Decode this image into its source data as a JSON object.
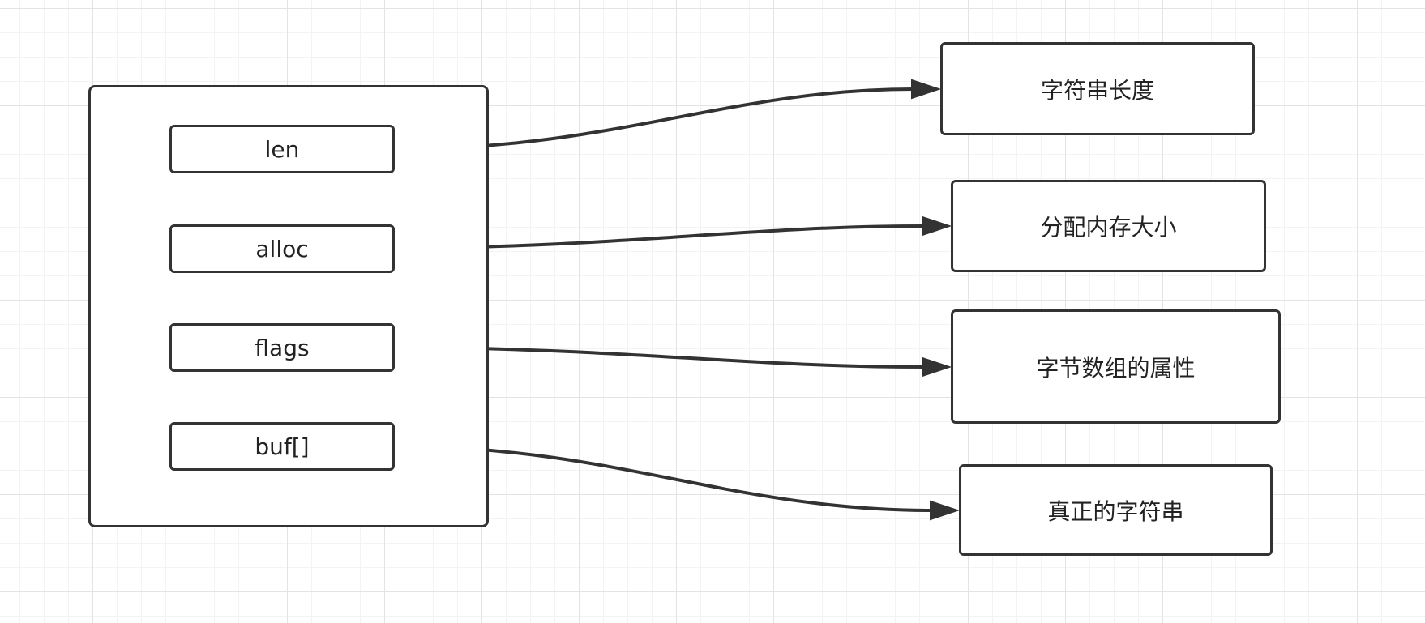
{
  "fields": [
    {
      "label": "len"
    },
    {
      "label": "alloc"
    },
    {
      "label": "flags"
    },
    {
      "label": "buf[]"
    }
  ],
  "descriptions": [
    {
      "label": "字符串长度"
    },
    {
      "label": "分配内存大小"
    },
    {
      "label": "字节数组的属性"
    },
    {
      "label": "真正的字符串"
    }
  ]
}
